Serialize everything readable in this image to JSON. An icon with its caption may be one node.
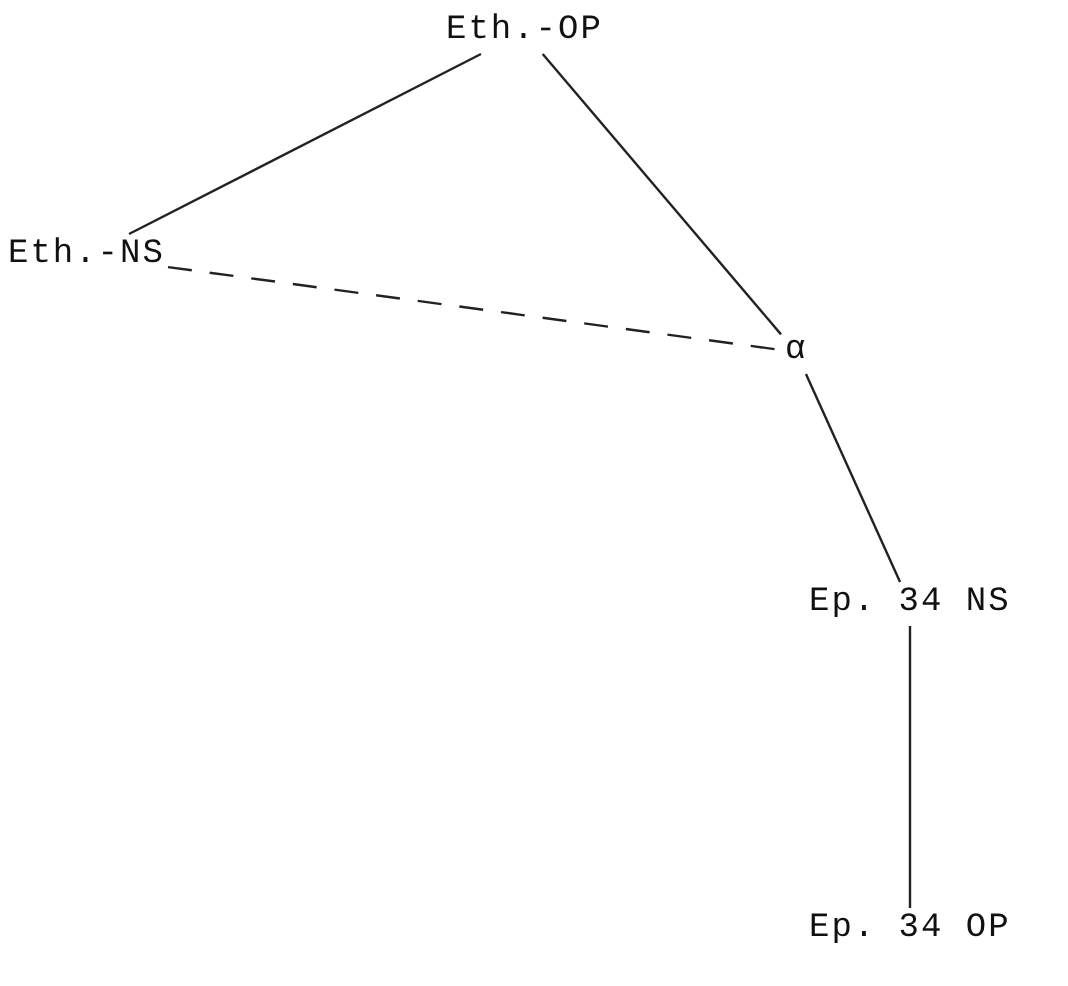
{
  "diagram": {
    "nodes": [
      {
        "text": [
          "Eth.-OP"
        ]
      },
      {
        "text": [
          "Eth.-NS"
        ]
      },
      {
        "text": [
          "α"
        ]
      },
      {
        "text": [
          "Ep. 34 NS"
        ]
      },
      {
        "text": [
          "Ep. 34 OP"
        ]
      }
    ],
    "edges": [
      {
        "from": 0,
        "to": 1,
        "arrow": "none"
      },
      {
        "from": 0,
        "to": 2,
        "arrow": "none"
      },
      {
        "from": 1,
        "to": 2,
        "arrow": "none",
        "style": "dashed"
      },
      {
        "from": 2,
        "to": 3,
        "arrow": "none"
      },
      {
        "from": 3,
        "to": 4,
        "arrow": "none"
      }
    ]
  }
}
